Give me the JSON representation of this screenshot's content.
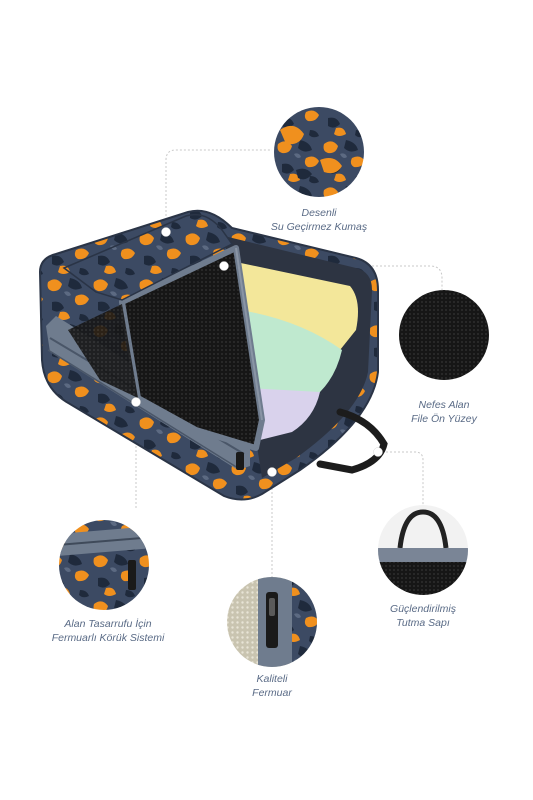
{
  "features": [
    {
      "id": "fabric",
      "icon": "camo-fabric-icon",
      "line1": "Desenli",
      "line2": "Su Geçirmez Kumaş"
    },
    {
      "id": "mesh",
      "icon": "mesh-fabric-icon",
      "line1": "Nefes Alan",
      "line2": "File Ön Yüzey"
    },
    {
      "id": "handle",
      "icon": "handle-icon",
      "line1": "Güçlendirilmiş",
      "line2": "Tutma Sapı"
    },
    {
      "id": "zipper",
      "icon": "zipper-icon",
      "line1": "Kaliteli",
      "line2": "Fermuar"
    },
    {
      "id": "bellows",
      "icon": "bellows-zipper-icon",
      "line1": "Alan Tasarrufu İçin",
      "line2": "Fermuarlı Körük Sistemi"
    }
  ],
  "colors": {
    "camo_orange": "#f0901e",
    "camo_dark": "#1f2a3c",
    "camo_mid": "#3c4a63",
    "trim_gray": "#6f7c8e",
    "mesh_black": "#141414",
    "cloth_yellow": "#f3e79a",
    "cloth_mint": "#bfe9cf",
    "cloth_lilac": "#d9d2ec",
    "caption_text": "#5a6b86",
    "leader_line": "#c8c8c8"
  }
}
